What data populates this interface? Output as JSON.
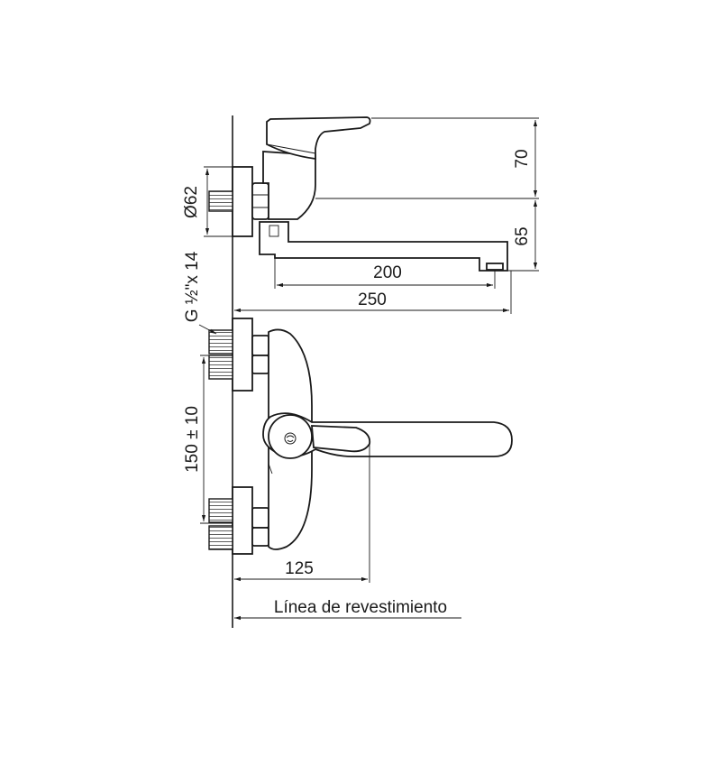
{
  "dimensions": {
    "top_height": "70",
    "spout_height": "65",
    "spout_reach": "200",
    "total_reach": "250",
    "escutcheon_diameter": "Ø62",
    "thread": "G ½\"x 14",
    "center_distance": "150 ± 10",
    "body_projection": "125"
  },
  "labels": {
    "cladding_line": "Línea de revestimiento"
  }
}
